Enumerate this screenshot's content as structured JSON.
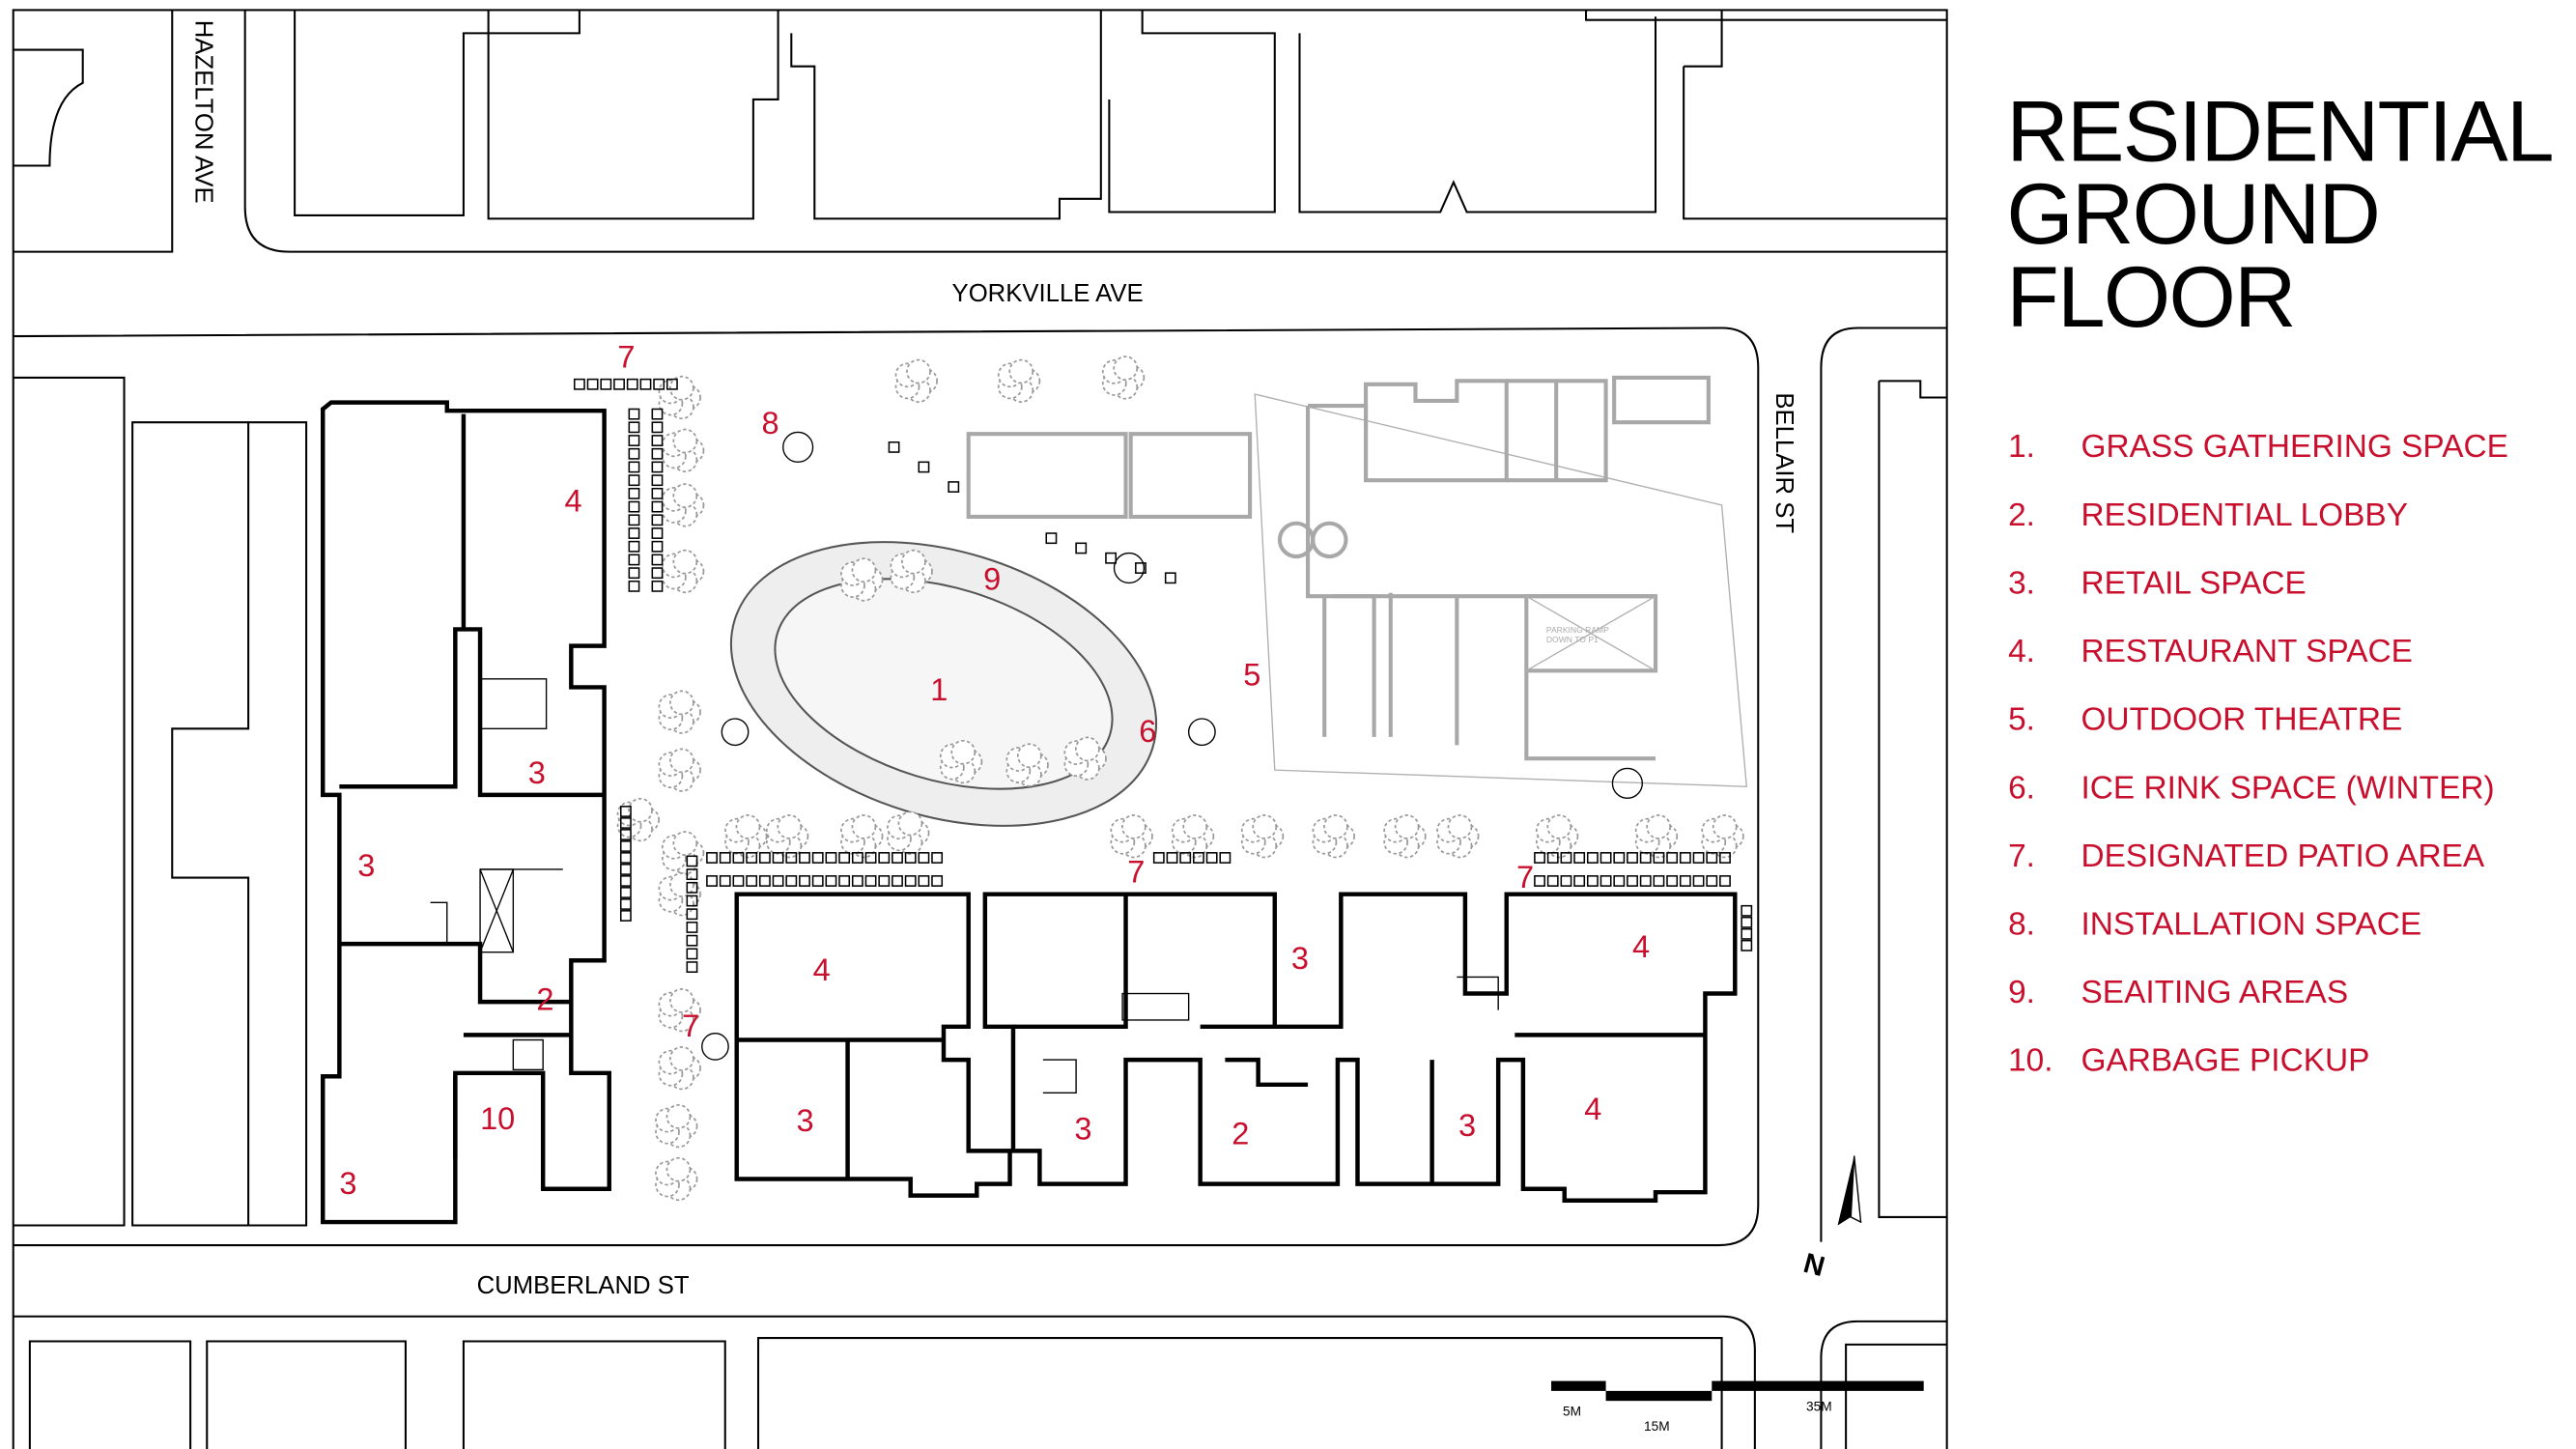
{
  "title": {
    "line1": "RESIDENTIAL",
    "line2": "GROUND",
    "line3": "FLOOR"
  },
  "streets": {
    "north": "YORKVILLE AVE",
    "south": "CUMBERLAND ST",
    "west": "HAZELTON AVE",
    "east": "BELLAIR ST"
  },
  "legend": [
    {
      "num": "1.",
      "label": "GRASS GATHERING SPACE"
    },
    {
      "num": "2.",
      "label": "RESIDENTIAL LOBBY"
    },
    {
      "num": "3.",
      "label": "RETAIL SPACE"
    },
    {
      "num": "4.",
      "label": "RESTAURANT SPACE"
    },
    {
      "num": "5.",
      "label": "OUTDOOR THEATRE"
    },
    {
      "num": "6.",
      "label": "ICE RINK SPACE (WINTER)"
    },
    {
      "num": "7.",
      "label": "DESIGNATED PATIO AREA"
    },
    {
      "num": "8.",
      "label": "INSTALLATION SPACE"
    },
    {
      "num": "9.",
      "label": "SEAITING AREAS"
    },
    {
      "num": "10.",
      "label": "GARBAGE PICKUP"
    }
  ],
  "map_labels": [
    "7",
    "8",
    "4",
    "9",
    "1",
    "6",
    "5",
    "3",
    "3",
    "2",
    "10",
    "3",
    "7",
    "4",
    "3",
    "7",
    "3",
    "2",
    "3",
    "3",
    "7",
    "4",
    "4"
  ],
  "existing_building": {
    "ramp_label_1": "PARKING RAMP",
    "ramp_label_2": "DOWN TO P1"
  },
  "north_arrow": "N",
  "scale_bar": {
    "a": "5M",
    "b": "15M",
    "c": "35M"
  },
  "colors": {
    "label_red": "#c8102e",
    "existing_grey": "#a8a8a8",
    "line": "#000000"
  }
}
